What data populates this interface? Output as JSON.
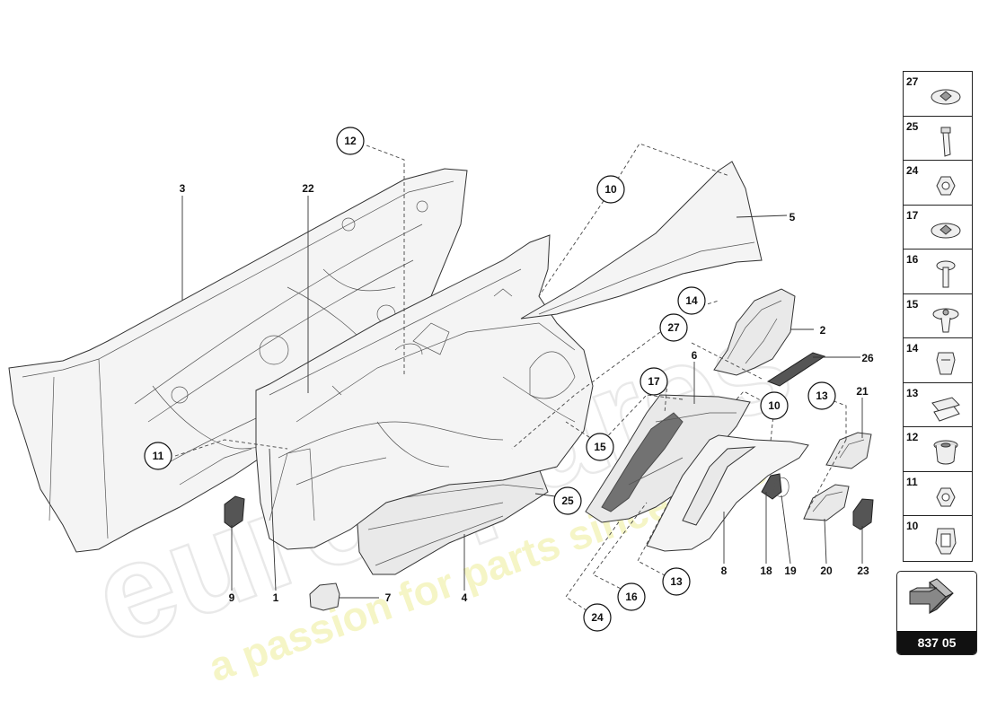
{
  "watermark": {
    "brand": "eurospares",
    "tagline": "a passion for parts since 1985"
  },
  "callouts": {
    "c12": "12",
    "c10a": "10",
    "c14": "14",
    "c27": "27",
    "c17": "17",
    "c10b": "10",
    "c13a": "13",
    "c11": "11",
    "c15": "15",
    "c25": "25",
    "c13b": "13",
    "c16": "16",
    "c24": "24"
  },
  "labels": {
    "l3": "3",
    "l22": "22",
    "l5": "5",
    "l2": "2",
    "l26": "26",
    "l6": "6",
    "l21": "21",
    "l9": "9",
    "l1": "1",
    "l7": "7",
    "l4": "4",
    "l8": "8",
    "l18": "18",
    "l19": "19",
    "l20": "20",
    "l23": "23"
  },
  "legend": [
    {
      "num": "27",
      "icon": "clip-nut-icon"
    },
    {
      "num": "25",
      "icon": "bolt-icon"
    },
    {
      "num": "24",
      "icon": "hex-nut-icon"
    },
    {
      "num": "17",
      "icon": "clip-nut-icon"
    },
    {
      "num": "16",
      "icon": "rivet-icon"
    },
    {
      "num": "15",
      "icon": "expansion-rivet-icon"
    },
    {
      "num": "14",
      "icon": "clip-icon"
    },
    {
      "num": "13",
      "icon": "spring-clip-icon"
    },
    {
      "num": "12",
      "icon": "grommet-icon"
    },
    {
      "num": "11",
      "icon": "hex-nut-icon"
    },
    {
      "num": "10",
      "icon": "retaining-clip-icon"
    }
  ],
  "reference": {
    "code": "837 05",
    "icon": "direction-arrow-icon"
  }
}
